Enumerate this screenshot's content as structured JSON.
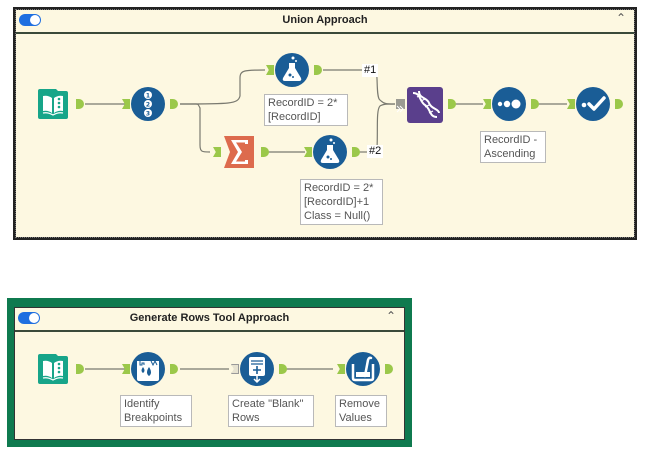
{
  "containers": {
    "union": {
      "title": "Union Approach",
      "enabled": true,
      "collapse_glyph": "^",
      "tools": [
        {
          "id": "input",
          "type": "input-data",
          "icon": "book-icon",
          "color": "#17a589"
        },
        {
          "id": "recordid",
          "type": "record-id",
          "icon": "numbered-list-icon",
          "color": "#1a5d96",
          "glyphs": [
            "1",
            "2",
            "3"
          ]
        },
        {
          "id": "formula1",
          "type": "formula",
          "icon": "flask-icon",
          "color": "#1a5d96",
          "annotation": [
            "RecordID = 2*",
            "[RecordID]"
          ]
        },
        {
          "id": "summarize",
          "type": "summarize",
          "icon": "sigma-icon",
          "color": "#dd6b4d",
          "glyph": "Σ"
        },
        {
          "id": "formula2",
          "type": "formula",
          "icon": "flask-icon",
          "color": "#1a5d96",
          "annotation": [
            "RecordID = 2*",
            "[RecordID]+1",
            "Class = Null()"
          ]
        },
        {
          "id": "union",
          "type": "union",
          "icon": "dna-icon",
          "color": "#5a3f8c"
        },
        {
          "id": "sort",
          "type": "sort",
          "icon": "sort-dots-icon",
          "color": "#1a5d96",
          "annotation": [
            "RecordID -",
            "Ascending"
          ]
        },
        {
          "id": "select",
          "type": "select",
          "icon": "check-icon",
          "color": "#1a5d96"
        }
      ],
      "connection_labels": [
        "#1",
        "#2"
      ]
    },
    "generate": {
      "title": "Generate Rows Tool Approach",
      "enabled": true,
      "collapse_glyph": "^",
      "frame_color": "#0f7a4f",
      "tools": [
        {
          "id": "input2",
          "type": "input-data",
          "icon": "book-icon",
          "color": "#17a589"
        },
        {
          "id": "multirow",
          "type": "multi-row-formula",
          "icon": "drops-icon",
          "color": "#1a5d96",
          "annotation": [
            "Identify",
            "Breakpoints"
          ]
        },
        {
          "id": "genrows",
          "type": "generate-rows",
          "icon": "add-rows-icon",
          "color": "#1a5d96",
          "annotation": [
            "Create \"Blank\"",
            "Rows"
          ]
        },
        {
          "id": "cleanse",
          "type": "data-cleansing",
          "icon": "brush-jar-icon",
          "color": "#1a5d96",
          "annotation": [
            "Remove",
            "Values"
          ]
        }
      ]
    }
  }
}
